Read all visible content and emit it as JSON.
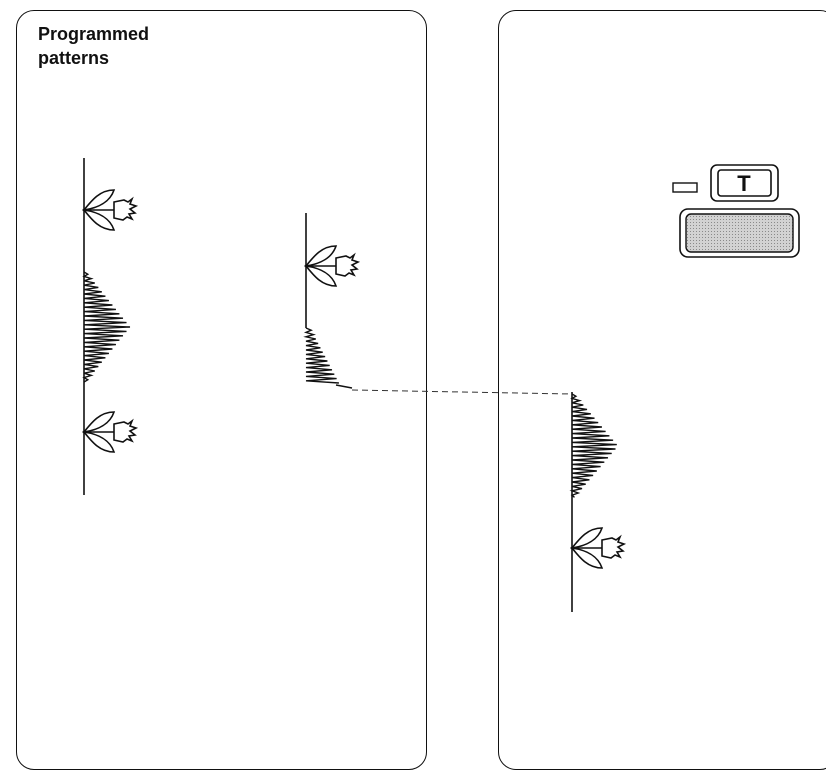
{
  "title": {
    "line1": "Programmed",
    "line2": "patterns"
  },
  "key": {
    "label": "T"
  },
  "colors": {
    "ink": "#111111",
    "button_fill": "#c8c8c8"
  },
  "icons": [
    "flower-stitch-icon",
    "satin-triangle-stitch-icon",
    "indicator-lamp-icon",
    "t-key-icon",
    "wide-button-icon"
  ]
}
